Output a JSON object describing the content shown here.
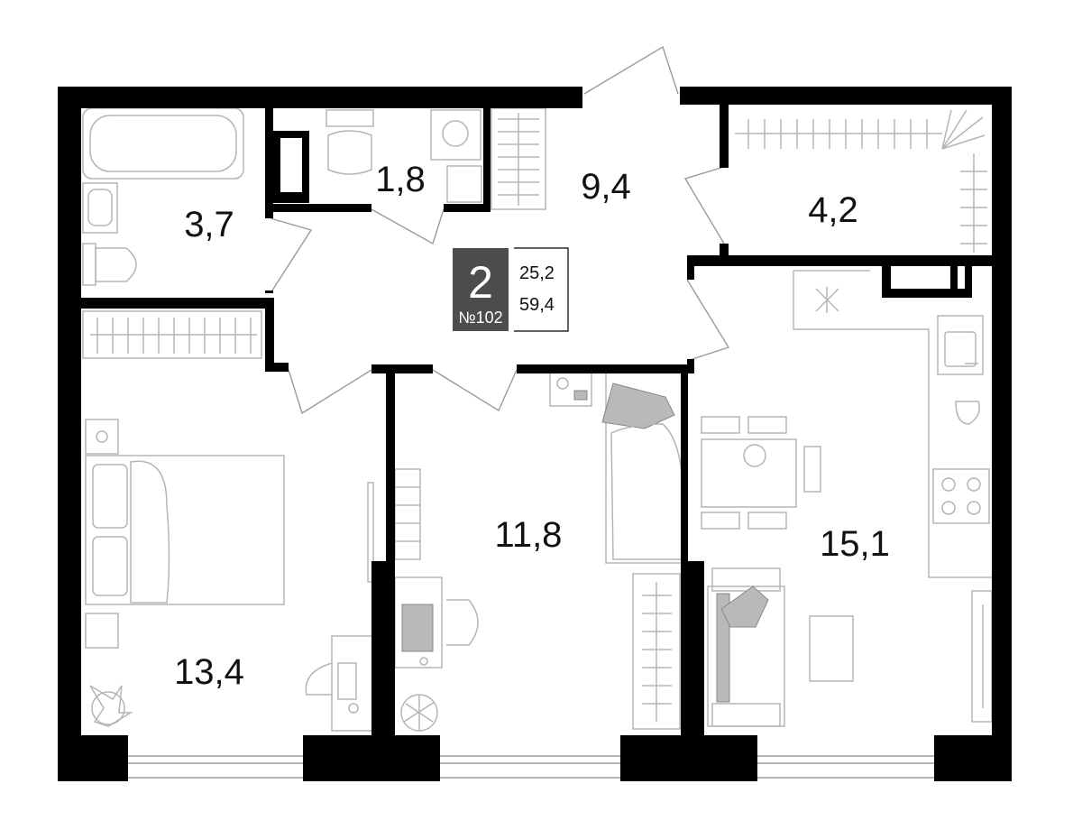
{
  "apartment": {
    "rooms_count": "2",
    "number": "№102",
    "living_area": "25,2",
    "total_area": "59,4"
  },
  "rooms": {
    "bathroom": "3,7",
    "toilet": "1,8",
    "hall": "9,4",
    "storage": "4,2",
    "bedroom": "13,4",
    "child_room": "11,8",
    "kitchen_living": "15,1"
  },
  "colors": {
    "walls": "#000000",
    "furniture": "#b5b5b5",
    "badge": "#4d4d4d"
  }
}
